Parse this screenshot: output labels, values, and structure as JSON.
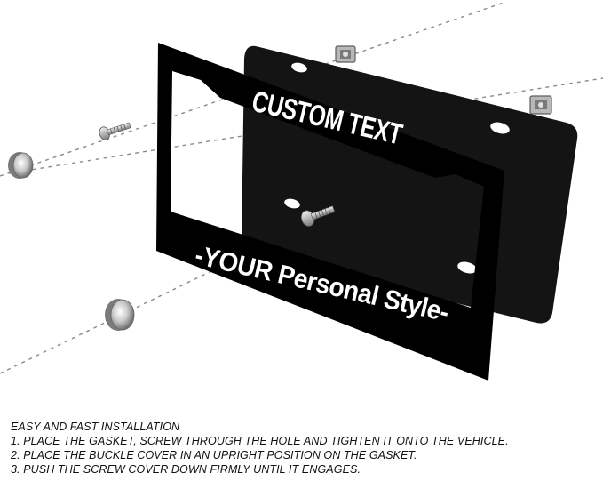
{
  "product_image": {
    "frame_top_text": "CUSTOM TEXT",
    "frame_bottom_text": "-YOUR Personal Style-",
    "frame_color": "#000000",
    "plate_color": "#141414",
    "text_color": "#ffffff"
  },
  "instructions": {
    "heading": "EASY AND FAST INSTALLATION",
    "steps": [
      "1. PLACE THE GASKET, SCREW THROUGH THE HOLE AND TIGHTEN IT ONTO THE VEHICLE.",
      "2. PLACE THE BUCKLE COVER IN AN UPRIGHT POSITION ON THE GASKET.",
      "3. PUSH THE SCREW COVER DOWN FIRMLY UNTIL IT ENGAGES."
    ]
  }
}
